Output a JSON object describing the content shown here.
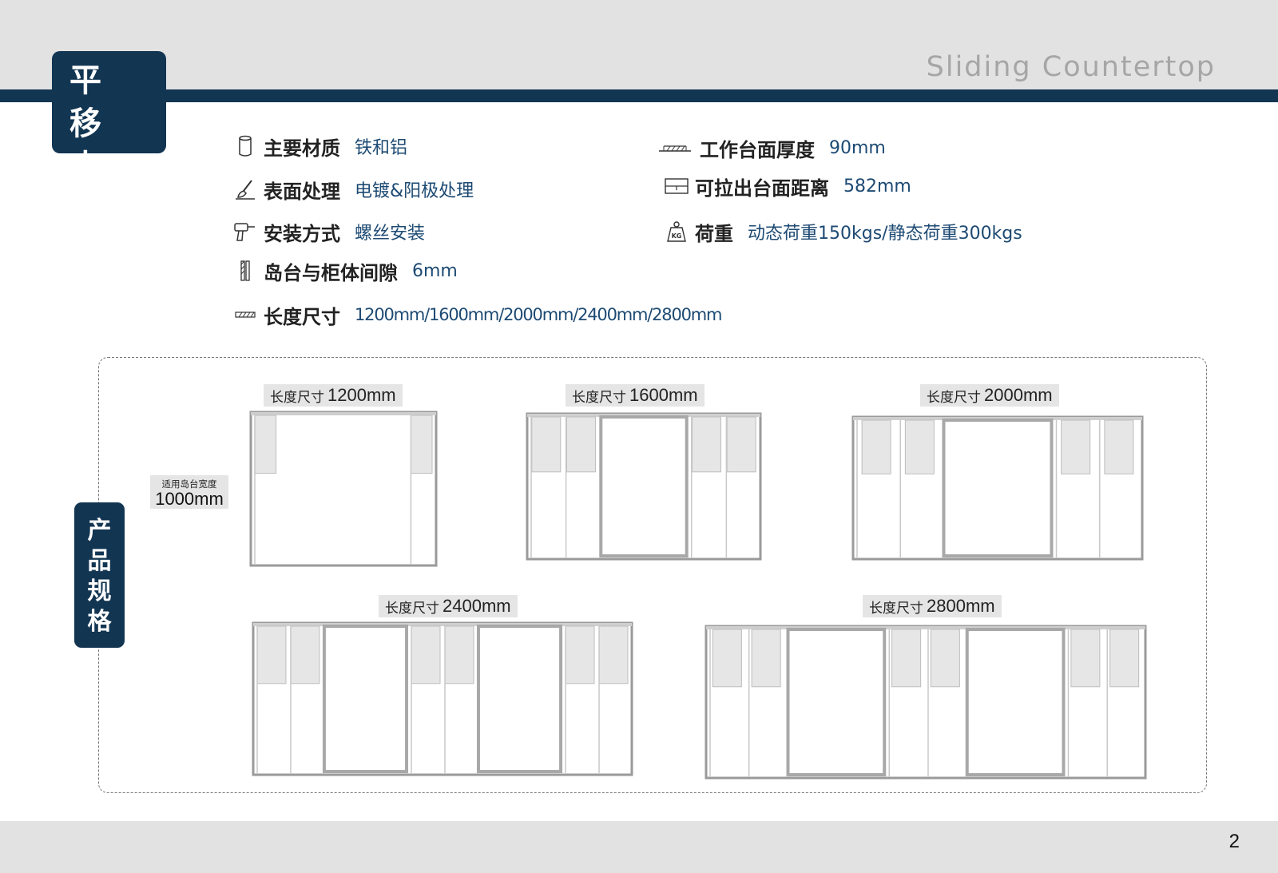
{
  "header": {
    "brand_title": "Sliding Countertop",
    "badge_line1": "平 移",
    "badge_line2": "中 岛"
  },
  "colors": {
    "navy": "#123552",
    "band_grey": "#e2e2e2",
    "value_blue": "#1d4a73"
  },
  "specs": {
    "material": {
      "label": "主要材质",
      "value": "铁和铝",
      "icon": "material-roll-icon"
    },
    "surface": {
      "label": "表面处理",
      "value": "电镀&阳极处理",
      "icon": "paint-brush-icon"
    },
    "install": {
      "label": "安装方式",
      "value": "螺丝安装",
      "icon": "drill-icon"
    },
    "gap": {
      "label": "岛台与柜体间隙",
      "value": "6mm",
      "icon": "gap-icon"
    },
    "length": {
      "label": "长度尺寸",
      "value": "1200mm/1600mm/2000mm/2400mm/2800mm",
      "icon": "length-icon"
    },
    "thickness": {
      "label": "工作台面厚度",
      "value": "90mm",
      "icon": "thickness-icon"
    },
    "pull_distance": {
      "label": "可拉出台面距离",
      "value": "582mm",
      "icon": "pull-out-icon"
    },
    "load": {
      "label": "荷重",
      "value": "动态荷重150kgs/静态荷重300kgs",
      "icon": "kg-weight-icon"
    }
  },
  "spec_section": {
    "side_title": [
      "产",
      "品",
      "规",
      "格"
    ],
    "size_prefix": "长度尺寸",
    "width_caption": "适用岛台宽度",
    "width_value": "1000mm",
    "frames": [
      {
        "size": "1200mm",
        "slots": [
          "pocket",
          "open",
          "pocket"
        ]
      },
      {
        "size": "1600mm",
        "slots": [
          "pocket",
          "pocket",
          "panel",
          "pocket",
          "pocket"
        ]
      },
      {
        "size": "2000mm",
        "slots": [
          "pocket",
          "pocket",
          "panel",
          "pocket",
          "pocket"
        ]
      },
      {
        "size": "2400mm",
        "slots": [
          "pocket",
          "pocket",
          "panel",
          "pocket",
          "pocket",
          "panel",
          "pocket",
          "pocket"
        ]
      },
      {
        "size": "2800mm",
        "slots": [
          "pocket",
          "pocket",
          "panel",
          "pocket",
          "pocket",
          "panel",
          "pocket",
          "pocket"
        ]
      }
    ]
  },
  "footer": {
    "page_number": "2"
  }
}
